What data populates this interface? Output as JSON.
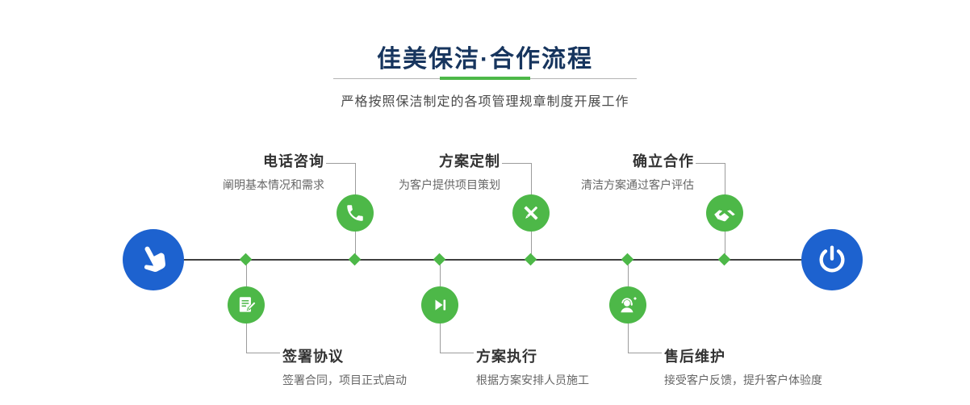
{
  "header": {
    "title": "佳美保洁·合作流程",
    "subtitle": "严格按照保洁制定的各项管理规章制度开展工作"
  },
  "colors": {
    "title": "#17355e",
    "green": "#4db848",
    "blue": "#1d62cf",
    "line": "#3f3f3f",
    "stem": "#9c9c9c",
    "textDark": "#333333",
    "textMuted": "#666666"
  },
  "timeline": {
    "start": {
      "icon": "hand-pointer-icon"
    },
    "end": {
      "icon": "power-icon"
    },
    "steps_top": [
      {
        "title": "电话咨询",
        "desc": "阐明基本情况和需求",
        "icon": "phone-icon"
      },
      {
        "title": "方案定制",
        "desc": "为客户提供项目策划",
        "icon": "pen-ruler-icon"
      },
      {
        "title": "确立合作",
        "desc": "清洁方案通过客户评估",
        "icon": "handshake-icon"
      }
    ],
    "steps_bottom": [
      {
        "title": "签署协议",
        "desc": "签署合同，项目正式启动",
        "icon": "contract-icon"
      },
      {
        "title": "方案执行",
        "desc": "根据方案安排人员施工",
        "icon": "play-next-icon"
      },
      {
        "title": "售后维护",
        "desc": "接受客户反馈，提升客户体验度",
        "icon": "customer-service-icon"
      }
    ]
  }
}
